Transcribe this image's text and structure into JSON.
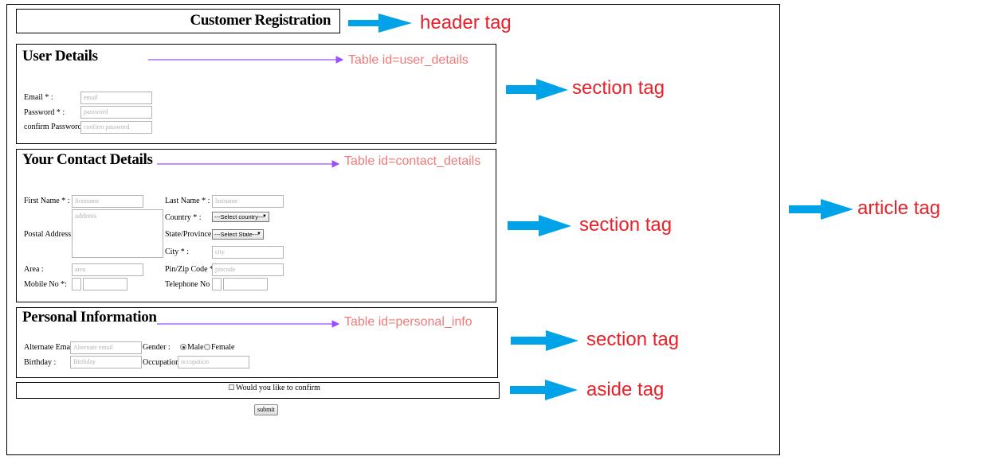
{
  "form": {
    "header_title": "Customer Registration",
    "user_details": {
      "title": "User Details",
      "email_label": "Email * :",
      "email_placeholder": "email",
      "password_label": "Password * :",
      "password_placeholder": "password",
      "confirm_label": "confirm Password * :",
      "confirm_placeholder": "confirm password"
    },
    "contact_details": {
      "title": "Your Contact Details",
      "first_name_label": "First Name * :",
      "first_name_placeholder": "firstname",
      "last_name_label": "Last Name * :",
      "last_name_placeholder": "lastname",
      "postal_label": "Postal Address * :",
      "postal_placeholder": "address",
      "country_label": "Country * :",
      "country_value": "---Select country---",
      "state_label": "State/Province * :",
      "state_value": "---Select State---",
      "city_label": "City * :",
      "city_placeholder": "city",
      "area_label": "Area :",
      "area_placeholder": "area",
      "pin_label": "Pin/Zip Code * :",
      "pin_placeholder": "pincode",
      "mobile_label": "Mobile No *:",
      "telephone_label": "Telephone No *:"
    },
    "personal_info": {
      "title": "Personal Information",
      "alt_email_label": "Alternate Email :",
      "alt_email_placeholder": "Alternate email",
      "gender_label": "Gender :",
      "male_label": "Male",
      "female_label": "Female",
      "birthday_label": "Birthday :",
      "birthday_placeholder": "Birthday",
      "occupation_label": "Occupation :",
      "occupation_placeholder": "occupation"
    },
    "aside": {
      "confirm_text": "Would you like to confirm"
    },
    "submit_label": "submit"
  },
  "annotations": {
    "header_tag": "header tag",
    "section_tag_1": "section tag",
    "section_tag_2": "section tag",
    "section_tag_3": "section tag",
    "aside_tag": "aside tag",
    "article_tag": "article tag",
    "table_user": "Table id=user_details",
    "table_contact": "Table id=contact_details",
    "table_personal": "Table id=personal_info"
  },
  "colors": {
    "arrow_blue": "#00a2e8",
    "label_red": "#e8202a",
    "label_pink": "#f07a7a",
    "thin_arrow_purple": "#9b4dff"
  }
}
